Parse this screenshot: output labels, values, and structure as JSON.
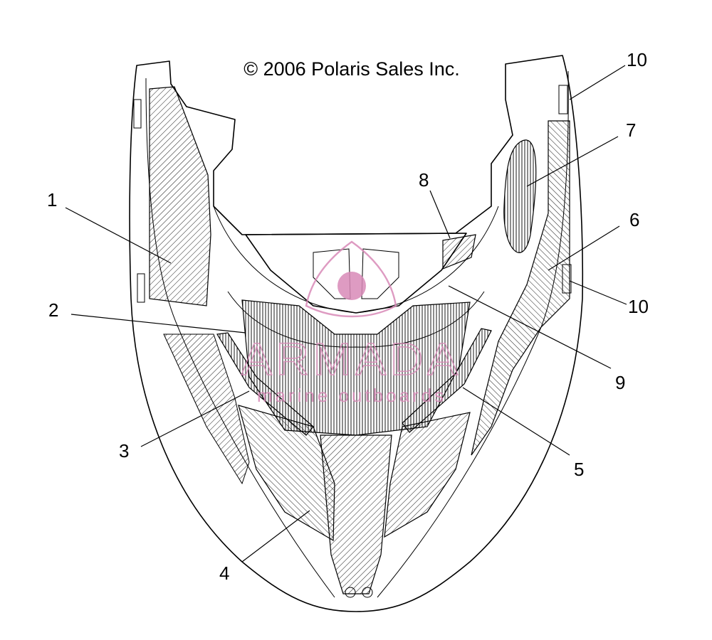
{
  "copyright": "© 2006 Polaris Sales Inc.",
  "watermark": {
    "brand": "ARMADA",
    "tagline": "marine outboards",
    "color": "#d98ab8"
  },
  "callouts": [
    {
      "id": "c1",
      "label": "1"
    },
    {
      "id": "c2",
      "label": "2"
    },
    {
      "id": "c3",
      "label": "3"
    },
    {
      "id": "c4",
      "label": "4"
    },
    {
      "id": "c5",
      "label": "5"
    },
    {
      "id": "c6",
      "label": "6"
    },
    {
      "id": "c7",
      "label": "7"
    },
    {
      "id": "c8",
      "label": "8"
    },
    {
      "id": "c9",
      "label": "9"
    },
    {
      "id": "c10a",
      "label": "10"
    },
    {
      "id": "c10b",
      "label": "10"
    }
  ]
}
